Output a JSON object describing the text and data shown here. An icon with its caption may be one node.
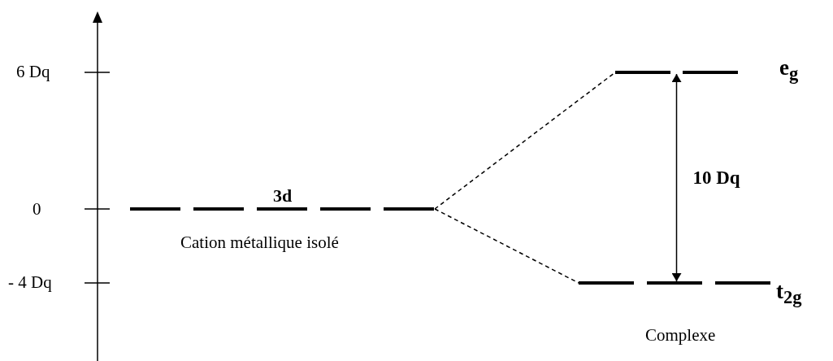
{
  "diagram": {
    "nodes": [
      {
        "text": [
          "3d"
        ]
      },
      {
        "text": [
          "e$_{g}$"
        ]
      },
      {
        "text": [
          "t$_{2g}$"
        ]
      }
    ],
    "edges": [
      {
        "from": 0,
        "to": 1,
        "arrow": "none",
        "style": "dashed"
      },
      {
        "from": 0,
        "to": 2,
        "arrow": "none",
        "style": "dashed"
      },
      {
        "from": 2,
        "to": 1,
        "arrow": "both",
        "label": "10 Dq"
      }
    ],
    "labels": [
      "6 Dq",
      "0",
      "- 4 Dq",
      "Cation métallique isolé",
      "Complexe"
    ]
  }
}
